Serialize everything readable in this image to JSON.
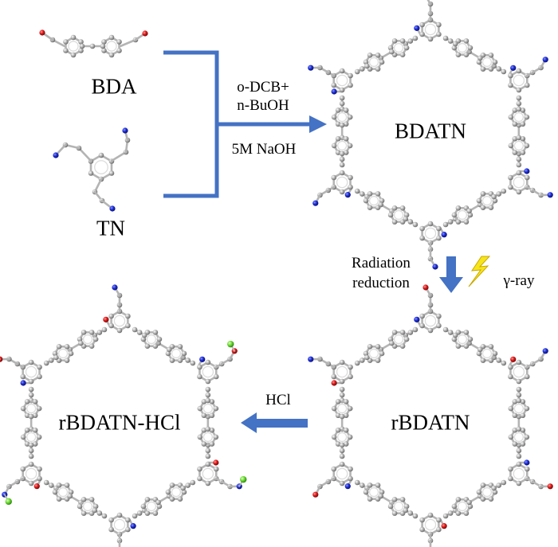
{
  "labels": {
    "bda": "BDA",
    "tn": "TN",
    "bdatn": "BDATN",
    "rbdatn": "rBDATN",
    "rbdatn_hcl": "rBDATN-HCl",
    "solvent_line1": "o-DCB+",
    "solvent_line2": "n-BuOH",
    "catalyst": "5M NaOH",
    "radiation_line1": "Radiation",
    "radiation_line2": "reduction",
    "gamma": "γ-ray",
    "hcl": "HCl"
  },
  "colors": {
    "arrow": "#4472c4",
    "carbon": "#a9a9a9",
    "nitrogen": "#1f2fd6",
    "oxygen": "#e01b1b",
    "chlorine": "#6fdc35",
    "lightning": "#f6e51a"
  },
  "icons": {
    "lightning": "lightning-bolt-icon"
  }
}
